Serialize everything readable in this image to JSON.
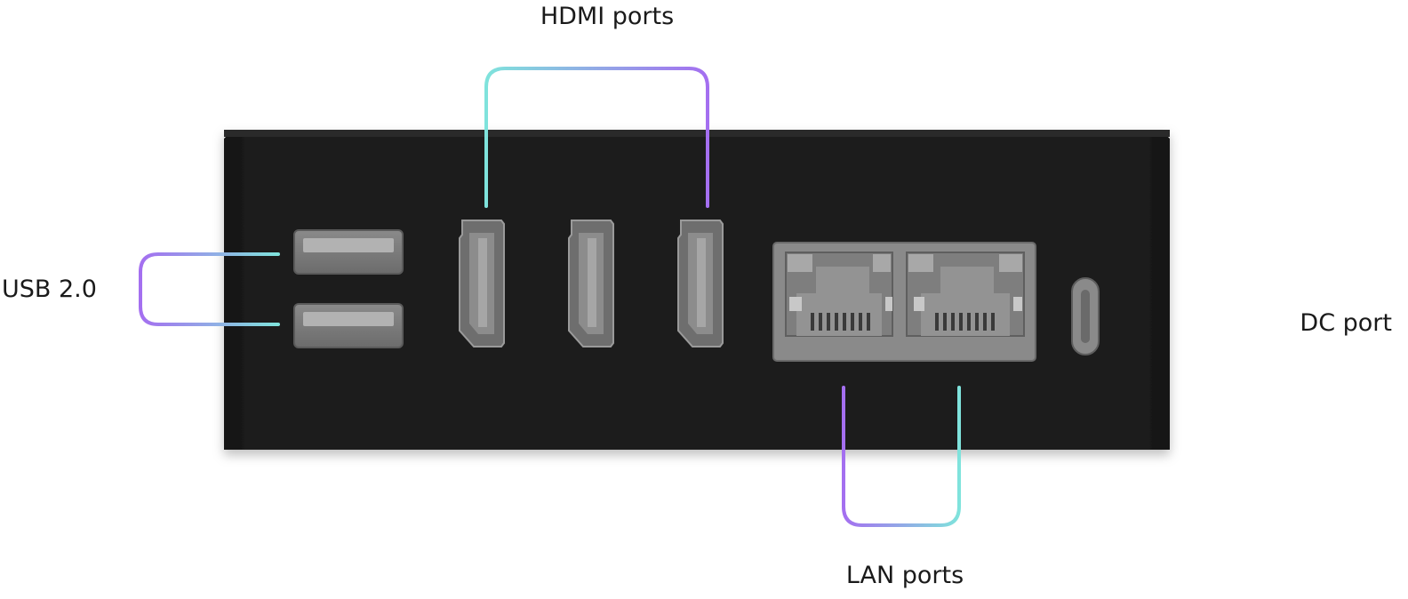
{
  "labels": {
    "hdmi": "HDMI ports",
    "usb": "USB 2.0",
    "dc": "DC port",
    "lan": "LAN ports"
  },
  "colors": {
    "device_body": "#1e1e1e",
    "port_gray": "#7a7a7a",
    "leader_purple": "#a46ff0",
    "leader_teal": "#7fe3dc"
  },
  "ports": {
    "usb_count": 2,
    "hdmi_count": 3,
    "lan_count": 2,
    "dc_count": 1
  }
}
